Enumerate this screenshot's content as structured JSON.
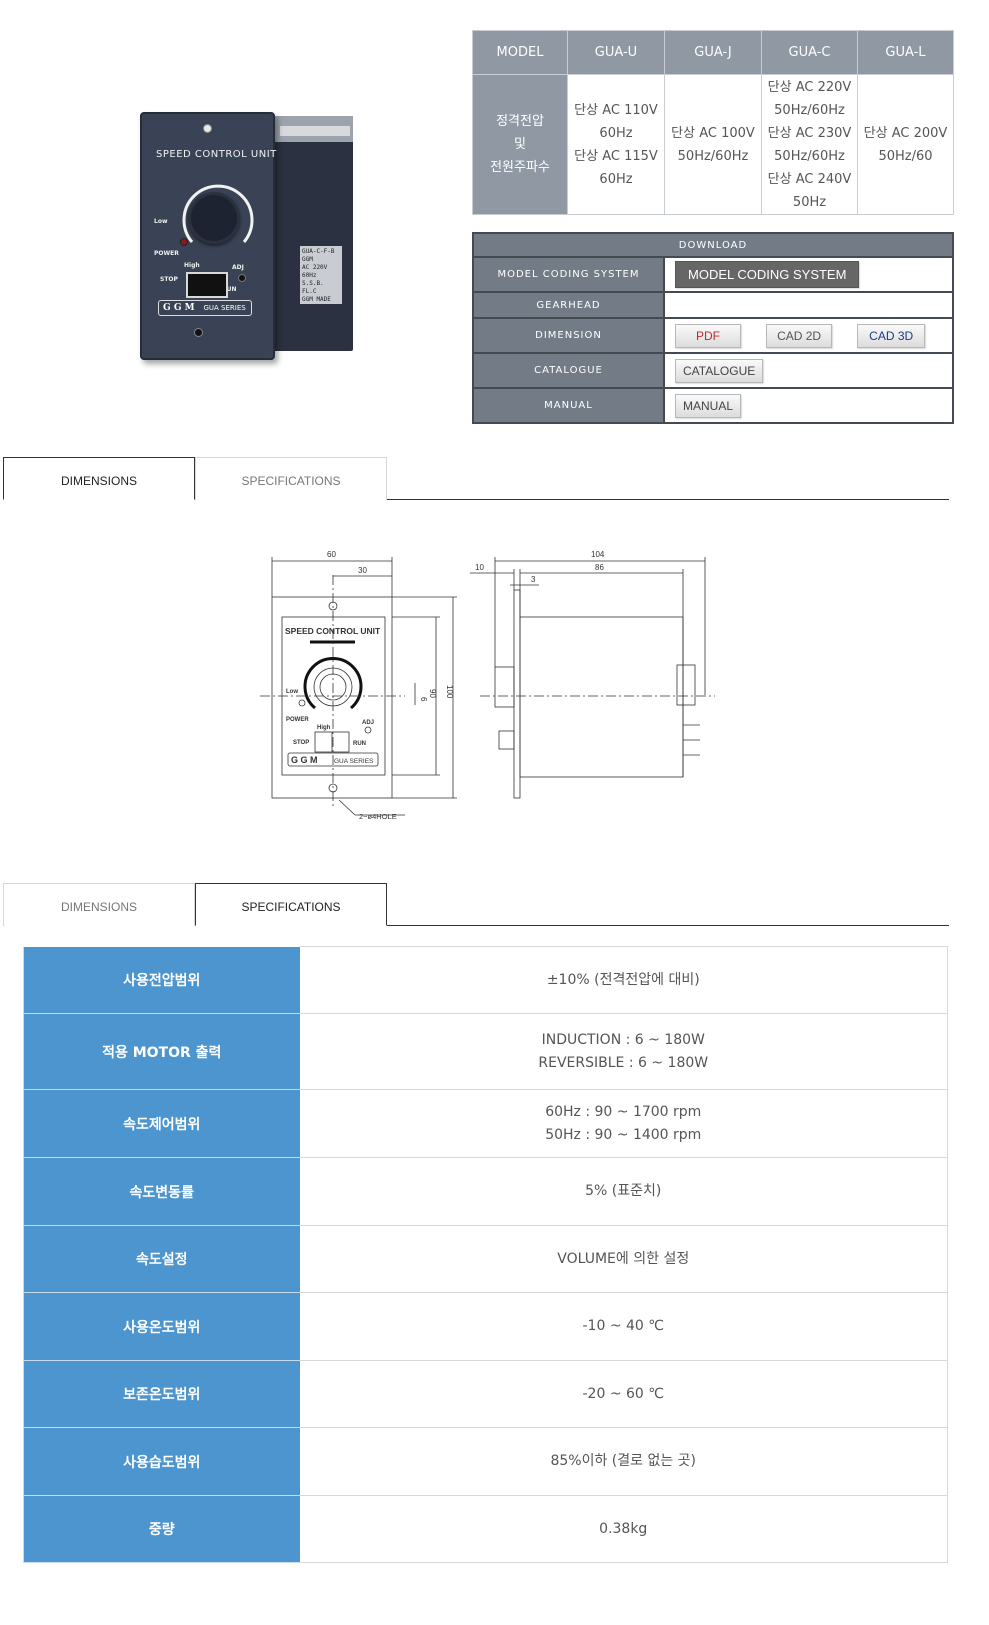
{
  "product_photo": {
    "faceplate_title": "SPEED CONTROL UNIT",
    "low": "Low",
    "high": "High",
    "power": "POWER",
    "adj": "ADJ",
    "stop": "STOP",
    "run": "RUN",
    "brand": "G G M",
    "series": "GUA SERIES",
    "side_label": [
      "GUA-C-F-B",
      "GGM",
      "AC 220V  60Hz",
      "S.S.B.  FL.C",
      "GGM  MADE IN KOREA"
    ]
  },
  "model_table": {
    "headers": [
      "MODEL",
      "GUA-U",
      "GUA-J",
      "GUA-C",
      "GUA-L"
    ],
    "row_label": [
      "정격전압",
      "및",
      "전원주파수"
    ],
    "cells": [
      [
        "단상 AC 110V",
        "60Hz",
        "단상 AC 115V",
        "60Hz"
      ],
      [
        "단상 AC 100V",
        "50Hz/60Hz"
      ],
      [
        "단상 AC 220V",
        "50Hz/60Hz",
        "단상 AC 230V",
        "50Hz/60Hz",
        "단상 AC 240V",
        "50Hz"
      ],
      [
        "단상 AC 200V",
        "50Hz/60"
      ]
    ]
  },
  "download": {
    "title": "DOWNLOAD",
    "rows": {
      "model_coding": {
        "label": "MODEL CODING SYSTEM",
        "button": "MODEL CODING SYSTEM"
      },
      "gearhead": {
        "label": "GEARHEAD"
      },
      "dimension": {
        "label": "DIMENSION",
        "buttons": [
          "PDF",
          "CAD 2D",
          "CAD 3D"
        ]
      },
      "catalogue": {
        "label": "CATALOGUE",
        "button": "CATALOGUE"
      },
      "manual": {
        "label": "MANUAL",
        "button": "MANUAL"
      }
    }
  },
  "tabs_top": {
    "dimensions": "DIMENSIONS",
    "specifications": "SPECIFICATIONS",
    "active": "DIMENSIONS"
  },
  "tabs_bottom": {
    "dimensions": "DIMENSIONS",
    "specifications": "SPECIFICATIONS",
    "active": "SPECIFICATIONS"
  },
  "drawing": {
    "front": {
      "dim_width": "60",
      "dim_half": "30",
      "dim_inner": "6",
      "dim_90": "90",
      "dim_100": "100",
      "title": "SPEED CONTROL UNIT",
      "low": "Low",
      "high": "High",
      "power": "POWER",
      "adj": "ADJ",
      "stop": "STOP",
      "run": "RUN",
      "brand": "G G M",
      "series": "GUA SERIES",
      "hole_note": "2−ø4HOLE"
    },
    "side": {
      "dim_total": "104",
      "dim_body": "86",
      "dim_10": "10",
      "dim_3": "3"
    }
  },
  "specifications": [
    {
      "label": "사용전압범위",
      "value": [
        "±10% (전격전압에 대비)"
      ]
    },
    {
      "label": "적용 MOTOR 출력",
      "value": [
        "INDUCTION : 6 ~ 180W",
        "REVERSIBLE : 6 ~ 180W"
      ]
    },
    {
      "label": "속도제어범위",
      "value": [
        "60Hz : 90 ~ 1700 rpm",
        "50Hz : 90 ~ 1400 rpm"
      ]
    },
    {
      "label": "속도변동률",
      "value": [
        "5% (표준치)"
      ]
    },
    {
      "label": "속도설정",
      "value": [
        "VOLUME에 의한 설정"
      ]
    },
    {
      "label": "사용온도범위",
      "value": [
        "-10 ~ 40 ℃"
      ]
    },
    {
      "label": "보존온도범위",
      "value": [
        "-20 ~ 60 ℃"
      ]
    },
    {
      "label": "사용습도범위",
      "value": [
        "85%이하 (결로 없는 곳)"
      ]
    },
    {
      "label": "중량",
      "value": [
        "0.38kg"
      ]
    }
  ],
  "colors": {
    "table_header": "#8f98a3",
    "download_header": "#737b86",
    "spec_label_bg": "#4d95ce",
    "pdf_text": "#c0282f",
    "cad3d_text": "#1a3c8c"
  }
}
